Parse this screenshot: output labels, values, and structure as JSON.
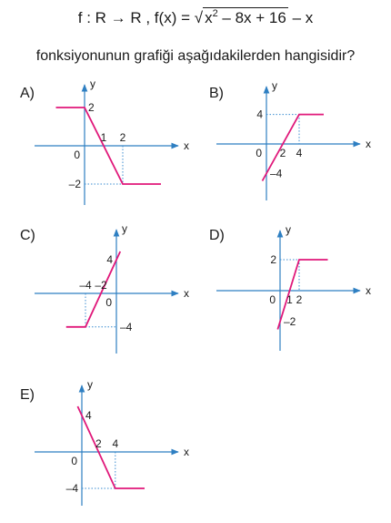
{
  "question": {
    "formula_lhs": "f : R → R ,  f(x) = ",
    "radical_sign": "√",
    "radicand_x": "x",
    "radicand_exp": "2",
    "radicand_rest": " – 8x + 16",
    "formula_tail": " – x",
    "prompt": "fonksiyonunun grafiği aşağıdakilerden hangisidir?"
  },
  "options": [
    {
      "letter": "A)",
      "x_axis_label": "x",
      "y_axis_label": "y",
      "points": [
        [
          -1.5,
          2
        ],
        [
          0,
          2
        ],
        [
          2,
          -2
        ],
        [
          4,
          -2
        ]
      ],
      "tick_labels": [
        {
          "text": "2",
          "x": 0,
          "y": 2,
          "pos": "right"
        },
        {
          "text": "1",
          "x": 1,
          "y": 0,
          "pos": "above"
        },
        {
          "text": "2",
          "x": 2,
          "y": 0,
          "pos": "above"
        },
        {
          "text": "0",
          "x": 0,
          "y": 0,
          "pos": "origin"
        },
        {
          "text": "–2",
          "x": 0,
          "y": -2,
          "pos": "left"
        }
      ],
      "dotted": [
        [
          [
            2,
            0
          ],
          [
            2,
            -2
          ]
        ],
        [
          [
            0,
            -2
          ],
          [
            2,
            -2
          ]
        ]
      ]
    },
    {
      "letter": "B)",
      "x_axis_label": "x",
      "y_axis_label": "y",
      "points": [
        [
          -0.5,
          -5
        ],
        [
          4,
          4
        ],
        [
          7,
          4
        ]
      ],
      "tick_labels": [
        {
          "text": "4",
          "x": 0,
          "y": 4,
          "pos": "left"
        },
        {
          "text": "0",
          "x": 0,
          "y": 0,
          "pos": "origin"
        },
        {
          "text": "2",
          "x": 2,
          "y": 0,
          "pos": "below"
        },
        {
          "text": "4",
          "x": 4,
          "y": 0,
          "pos": "below"
        },
        {
          "text": "–4",
          "x": 0,
          "y": -4,
          "pos": "right"
        }
      ],
      "dotted": [
        [
          [
            0,
            4
          ],
          [
            4,
            4
          ]
        ],
        [
          [
            4,
            4
          ],
          [
            4,
            0
          ]
        ]
      ]
    },
    {
      "letter": "C)",
      "x_axis_label": "x",
      "y_axis_label": "y",
      "points": [
        [
          -6.5,
          -4
        ],
        [
          -4,
          -4
        ],
        [
          0.5,
          5
        ]
      ],
      "tick_labels": [
        {
          "text": "4",
          "x": 0,
          "y": 4,
          "pos": "left"
        },
        {
          "text": "–4",
          "x": -4,
          "y": 0,
          "pos": "above"
        },
        {
          "text": "–2",
          "x": -2,
          "y": 0,
          "pos": "above"
        },
        {
          "text": "0",
          "x": 0,
          "y": 0,
          "pos": "origin"
        },
        {
          "text": "–4",
          "x": 0,
          "y": -4,
          "pos": "right"
        }
      ],
      "dotted": [
        [
          [
            -4,
            0
          ],
          [
            -4,
            -4
          ]
        ],
        [
          [
            -4,
            -4
          ],
          [
            0,
            -4
          ]
        ]
      ]
    },
    {
      "letter": "D)",
      "x_axis_label": "x",
      "y_axis_label": "y",
      "points": [
        [
          -0.25,
          -2.5
        ],
        [
          2,
          2
        ],
        [
          5,
          2
        ]
      ],
      "tick_labels": [
        {
          "text": "2",
          "x": 0,
          "y": 2,
          "pos": "left"
        },
        {
          "text": "0",
          "x": 0,
          "y": 0,
          "pos": "origin"
        },
        {
          "text": "1",
          "x": 1,
          "y": 0,
          "pos": "below"
        },
        {
          "text": "2",
          "x": 2,
          "y": 0,
          "pos": "below"
        },
        {
          "text": "–2",
          "x": 0,
          "y": -2,
          "pos": "right"
        }
      ],
      "dotted": [
        [
          [
            0,
            2
          ],
          [
            2,
            2
          ]
        ],
        [
          [
            2,
            2
          ],
          [
            2,
            0
          ]
        ]
      ]
    },
    {
      "letter": "E)",
      "x_axis_label": "x",
      "y_axis_label": "y",
      "points": [
        [
          -0.5,
          5
        ],
        [
          4,
          -4
        ],
        [
          7.5,
          -4
        ]
      ],
      "tick_labels": [
        {
          "text": "4",
          "x": 0,
          "y": 4,
          "pos": "right"
        },
        {
          "text": "2",
          "x": 2,
          "y": 0,
          "pos": "above"
        },
        {
          "text": "4",
          "x": 4,
          "y": 0,
          "pos": "above"
        },
        {
          "text": "0",
          "x": 0,
          "y": 0,
          "pos": "origin"
        },
        {
          "text": "–4",
          "x": 0,
          "y": -4,
          "pos": "left"
        }
      ],
      "dotted": [
        [
          [
            4,
            0
          ],
          [
            4,
            -4
          ]
        ],
        [
          [
            0,
            -4
          ],
          [
            4,
            -4
          ]
        ]
      ]
    }
  ],
  "colors": {
    "graph_line": "#e0187a",
    "axis": "#2e7fc2",
    "guide": "#3b8dd0",
    "text": "#1a1a1a"
  }
}
